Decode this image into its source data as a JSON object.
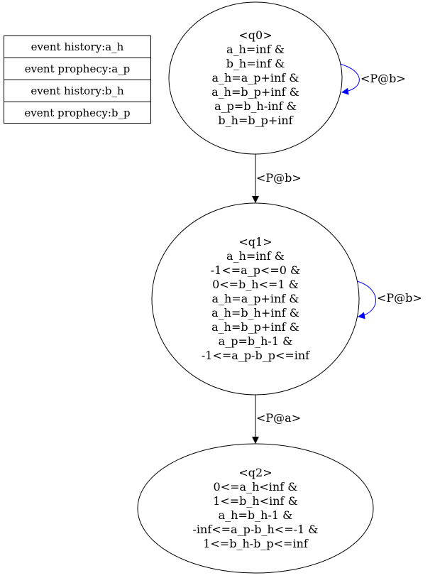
{
  "legend": {
    "rows": [
      "event history:a_h",
      "event prophecy:a_p",
      "event history:b_h",
      "event prophecy:b_p"
    ]
  },
  "nodes": [
    {
      "id": "q0",
      "lines": [
        "<q0>",
        "a_h=inf &",
        "b_h=inf &",
        "a_h=a_p+inf &",
        "a_h=b_p+inf &",
        "a_p=b_h-inf &",
        "b_h=b_p+inf"
      ]
    },
    {
      "id": "q1",
      "lines": [
        "<q1>",
        "a_h=inf &",
        "-1<=a_p<=0 &",
        "0<=b_h<=1 &",
        "a_h=a_p+inf &",
        "a_h=b_h+inf &",
        "a_h=b_p+inf &",
        "a_p=b_h-1 &",
        "-1<=a_p-b_p<=inf"
      ]
    },
    {
      "id": "q2",
      "lines": [
        "<q2>",
        "0<=a_h<inf &",
        "1<=b_h<inf &",
        "a_h=b_h-1 &",
        "-inf<=a_p-b_h<=-1 &",
        "1<=b_h-b_p<=inf"
      ]
    }
  ],
  "edges": [
    {
      "from": "q0",
      "to": "q0",
      "label": "<P@b>",
      "color": "#0000ff"
    },
    {
      "from": "q0",
      "to": "q1",
      "label": "<P@b>",
      "color": "#000000"
    },
    {
      "from": "q1",
      "to": "q1",
      "label": "<P@b>",
      "color": "#0000ff"
    },
    {
      "from": "q1",
      "to": "q2",
      "label": "<P@a>",
      "color": "#000000"
    }
  ]
}
